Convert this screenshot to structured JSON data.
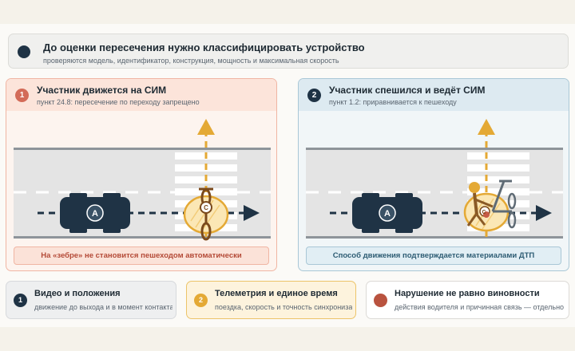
{
  "header": {
    "title": "До оценки пересечения нужно классифицировать устройство",
    "subtitle": "проверяются модель, идентификатор, конструкция, мощность и максимальная скорость"
  },
  "panels": [
    {
      "number": "1",
      "title": "Участник движется на СИМ",
      "subtitle": "пункт 24.8: пересечение по переходу запрещено",
      "note": "На «зебре» не становится пешеходом автоматически",
      "car_label": "A",
      "rider_label": "С"
    },
    {
      "number": "2",
      "title": "Участник спешился и ведёт СИМ",
      "subtitle": "пункт 1.2: приравнивается к пешеходу",
      "note": "Способ движения подтверждается материалами ДТП",
      "car_label": "A",
      "rider_label": "С"
    }
  ],
  "footer_cards": [
    {
      "number": "1",
      "title": "Видео и положения",
      "subtitle": "движение до выхода и в момент контакта"
    },
    {
      "number": "2",
      "title": "Телеметрия и единое время",
      "subtitle": "поездка, скорость и точность синхронизации"
    },
    {
      "number": "",
      "title": "Нарушение не равно виновности",
      "subtitle": "действия водителя и причинная связь — отдельно"
    }
  ],
  "colors": {
    "navy": "#1f3345",
    "accent_red": "#d36b58",
    "accent_amber": "#e4a935",
    "road": "#e3e3e3"
  }
}
